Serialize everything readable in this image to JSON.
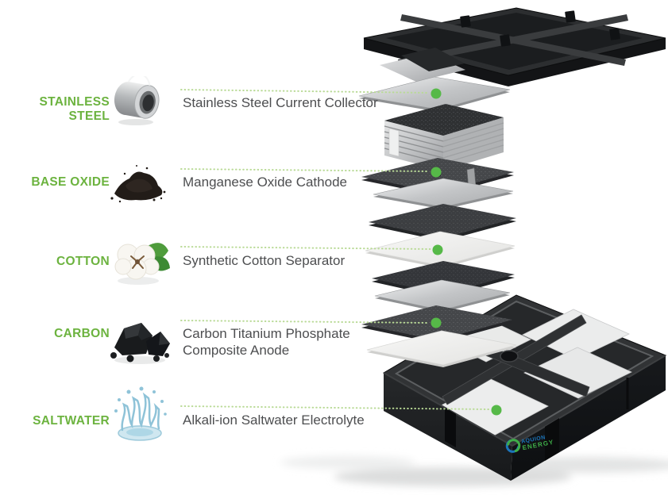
{
  "legend_rows": [
    {
      "material_label": "STAINLESS STEEL",
      "component": "Stainless Steel Current Collector",
      "icon": "steel-cylinder-icon"
    },
    {
      "material_label": "BASE OXIDE",
      "component": "Manganese Oxide Cathode",
      "icon": "oxide-powder-icon"
    },
    {
      "material_label": "COTTON",
      "component": "Synthetic Cotton Separator",
      "icon": "cotton-boll-icon"
    },
    {
      "material_label": "CARBON",
      "component": "Carbon Titanium Phosphate Composite Anode",
      "icon": "carbon-lumps-icon"
    },
    {
      "material_label": "SALTWATER",
      "component": "Alkali-ion Saltwater Electrolyte",
      "icon": "water-splash-icon"
    }
  ],
  "battery_logo": {
    "brand_line1": "AQUION",
    "brand_line2": "ENERGY"
  },
  "colors": {
    "accent_green": "#6cb33f",
    "callout_dot_green": "#56b948",
    "callout_line_green": "#b9da96",
    "component_text_gray": "#4d4e50",
    "logo_blue": "#1b75bb",
    "logo_green": "#3fae49"
  }
}
